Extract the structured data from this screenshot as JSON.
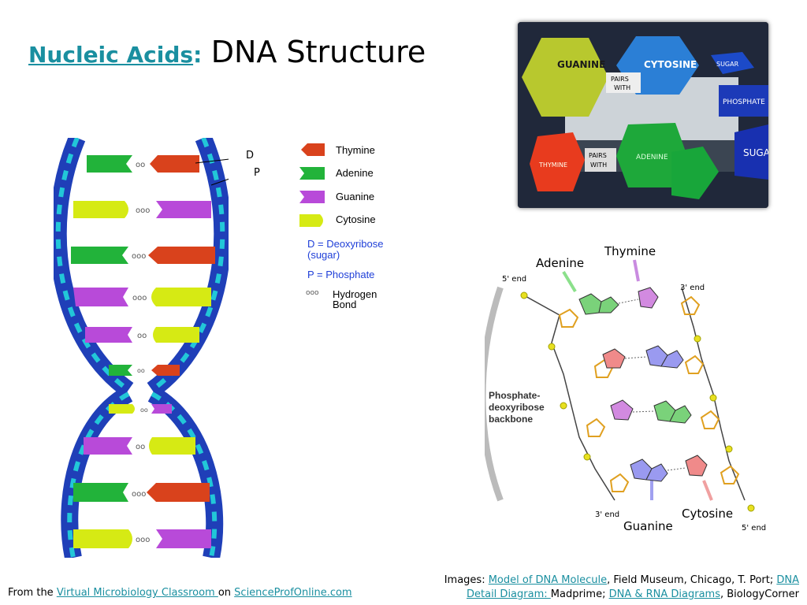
{
  "title": {
    "link": "Nucleic Acids",
    "colon": ":",
    "rest": "DNA Structure"
  },
  "legend": {
    "items": [
      {
        "label": "Thymine",
        "color": "#d9421c"
      },
      {
        "label": "Adenine",
        "color": "#22b33a"
      },
      {
        "label": "Guanine",
        "color": "#b84ad9"
      },
      {
        "label": "Cytosine",
        "color": "#d6ea14"
      }
    ],
    "d_line1": "D = Deoxyribose",
    "d_line2": "(sugar)",
    "p_line": "P = Phosphate",
    "hb_line1": "Hydrogen",
    "hb_line2": "Bond"
  },
  "helix_labels": {
    "d": "D",
    "p": "P"
  },
  "photo": {
    "guanine": "GUANINE",
    "cytosine": "CYTOSINE",
    "pairs_with_1": "PAIRS",
    "pairs_with_2": "WITH",
    "pairs_with_3": "PAIRS",
    "pairs_with_4": "WITH",
    "sugar": "SUGAR",
    "phosphate": "PHOSPHATE",
    "suga": "SUGA",
    "thymine": "THYMINE",
    "adenine": "ADENINE"
  },
  "chem": {
    "adenine": "Adenine",
    "thymine": "Thymine",
    "five_end_top": "5' end",
    "three_end_top": "3' end",
    "backbone_1": "Phosphate-",
    "backbone_2": "deoxyribose",
    "backbone_3": "backbone",
    "three_end_bottom": "3' end",
    "guanine": "Guanine",
    "cytosine": "Cytosine",
    "five_end_bottom": "5' end"
  },
  "footer_left": {
    "prefix": "From the ",
    "link1": "Virtual Microbiology Classroom ",
    "middle": "on ",
    "link2": "ScienceProfOnline.com"
  },
  "footer_right": {
    "prefix": "Images: ",
    "link1": "Model of DNA Molecule",
    "mid1": ", Field Museum, Chicago, T. Port; ",
    "link2a": "DNA",
    "link2b": "Detail Diagram: ",
    "mid2": "Madprime; ",
    "link3": "DNA & RNA Diagrams",
    "suffix": ", BiologyCorner"
  }
}
